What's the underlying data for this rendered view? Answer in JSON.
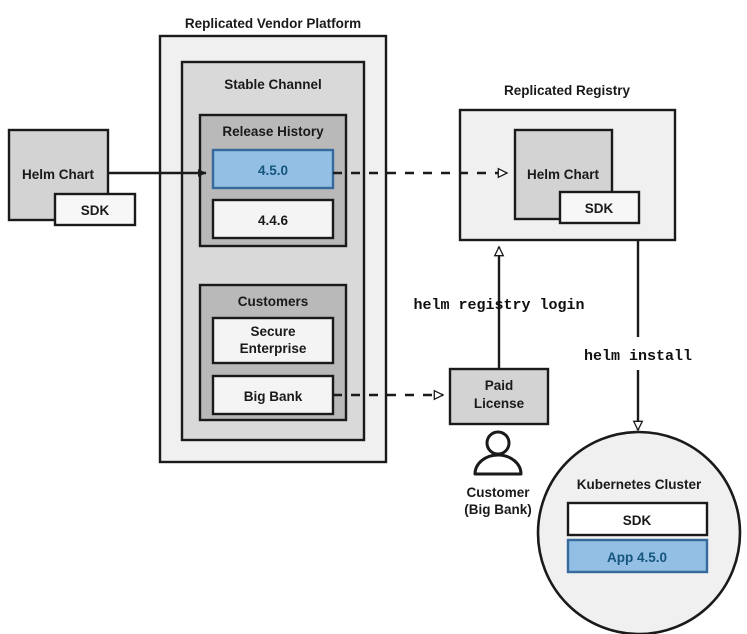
{
  "diagram": {
    "title_vendor_platform": "Replicated Vendor Platform",
    "title_registry": "Replicated Registry",
    "groups": {
      "stable_channel": "Stable Channel",
      "release_history": "Release History",
      "customers": "Customers"
    },
    "source_chart": {
      "name": "Helm Chart",
      "sdk": "SDK"
    },
    "releases": [
      {
        "version": "4.5.0",
        "highlighted": true
      },
      {
        "version": "4.4.6",
        "highlighted": false
      }
    ],
    "customers": [
      {
        "name_line1": "Secure",
        "name_line2": "Enterprise"
      },
      {
        "name_line1": "Big Bank",
        "name_line2": ""
      }
    ],
    "registry_chart": {
      "name": "Helm Chart",
      "sdk": "SDK"
    },
    "license": {
      "line1": "Paid",
      "line2": "License"
    },
    "customer_actor": {
      "line1": "Customer",
      "line2": "(Big Bank)"
    },
    "cluster": {
      "title": "Kubernetes Cluster",
      "components": [
        {
          "label": "SDK",
          "highlighted": false
        },
        {
          "label": "App 4.5.0",
          "highlighted": true
        }
      ]
    },
    "commands": {
      "registry_login": "helm registry login",
      "install": "helm install"
    },
    "colors": {
      "outer_panel": "#f0f0f0",
      "mid_panel": "#d9d9d9",
      "inner_panel": "#b9b9b9",
      "chart_fill": "#d3d3d3",
      "white_box": "#f4f4f4",
      "highlight_fill": "#92bfe3",
      "highlight_stroke": "#36699c",
      "highlight_text": "#15557e",
      "stroke": "#1a1a1a"
    }
  }
}
